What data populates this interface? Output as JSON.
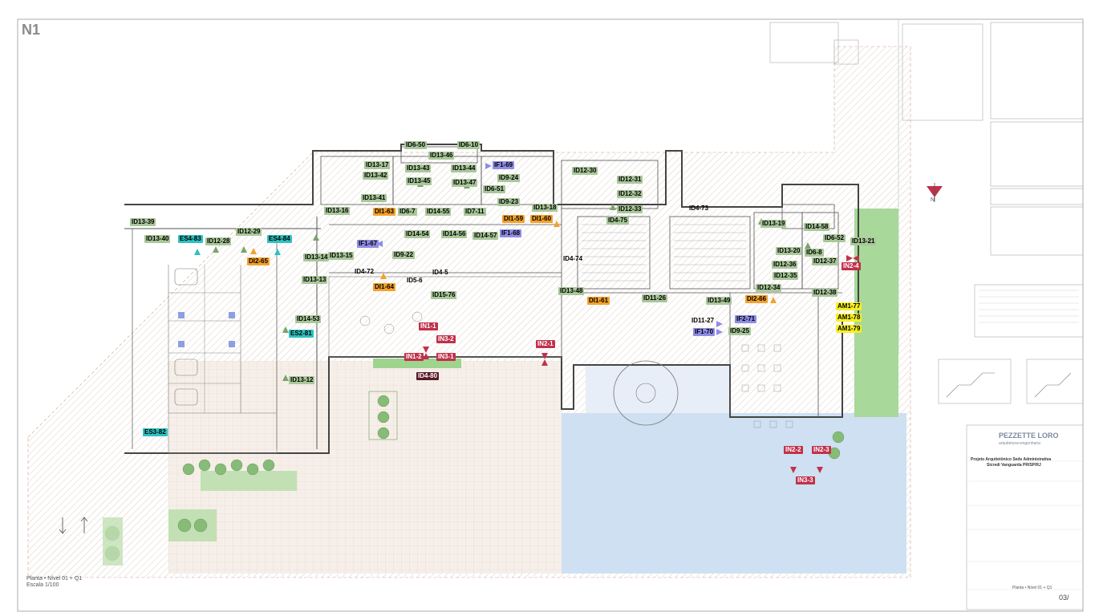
{
  "sheet": {
    "code": "N1",
    "caption_title": "Planta",
    "caption_sub": "Nível 01 + Q1",
    "north_label": "N",
    "sheet_number": "03/",
    "scale": "Escala 1/100"
  },
  "title_block": {
    "brand": "PEZZETTE LORO",
    "brand_sub": "arquitetura+engenharia",
    "project_title": "Projeto Arquitetônico Sede Administrativa",
    "project_sub": "Sicredi Vanguarda PR/SP/RJ",
    "sheet_desc": "Planta • Nível 01 + Q1"
  },
  "colors": {
    "ID": "#a9c79a",
    "DI": "#f3a12b",
    "IF": "#8f8ce6",
    "ES": "#2ec1c1",
    "AM": "#f7ef22",
    "IN": "#c0314a",
    "line": "#444444",
    "hatch": "#cfc0b0",
    "water": "#cfe0f2",
    "grass": "#a8d89a"
  },
  "tags": [
    "ID6-50",
    "ID6-10",
    "ID13-46",
    "IF1-69",
    "ID13-17",
    "ID13-43",
    "ID13-44",
    "ID13-42",
    "ID13-45",
    "ID13-47",
    "ID9-24",
    "ID12-30",
    "ID12-31",
    "ID12-32",
    "ID12-33",
    "ID13-41",
    "ID6-51",
    "ID9-23",
    "ID13-16",
    "DI1-63",
    "ID6-7",
    "ID14-55",
    "ID7-11",
    "DI1-59",
    "DI1-60",
    "ID13-18",
    "ID4-75",
    "ID4-73",
    "ID13-39",
    "ID12-29",
    "ID13-40",
    "ES4-83",
    "ID12-28",
    "ES4-84",
    "ID14-54",
    "ID14-56",
    "ID14-57",
    "IF1-68",
    "IF1-67",
    "ID9-22",
    "DI2-65",
    "ID13-14",
    "ID13-15",
    "ID4-74",
    "ID4-72",
    "ID13-13",
    "ID5-6",
    "ID4-5",
    "DI1-64",
    "ID15-76",
    "ID13-48",
    "DI1-61",
    "ID11-26",
    "ID13-49",
    "ID13-19",
    "ID14-58",
    "ID6-52",
    "ID13-21",
    "ID13-20",
    "ID6-8",
    "ID12-36",
    "ID12-37",
    "IN2-4",
    "ID12-35",
    "ID12-34",
    "ID12-38",
    "DI2-66",
    "AM1-77",
    "AM1-78",
    "AM1-79",
    "ID11-27",
    "IF2-71",
    "IF1-70",
    "ID9-25",
    "ID14-53",
    "IN1-1",
    "IN3-2",
    "ES2-81",
    "IN1-2",
    "IN3-1",
    "IN2-1",
    "ID4-80",
    "ID13-12",
    "ES3-82",
    "IN2-2",
    "IN2-3",
    "IN3-3"
  ]
}
